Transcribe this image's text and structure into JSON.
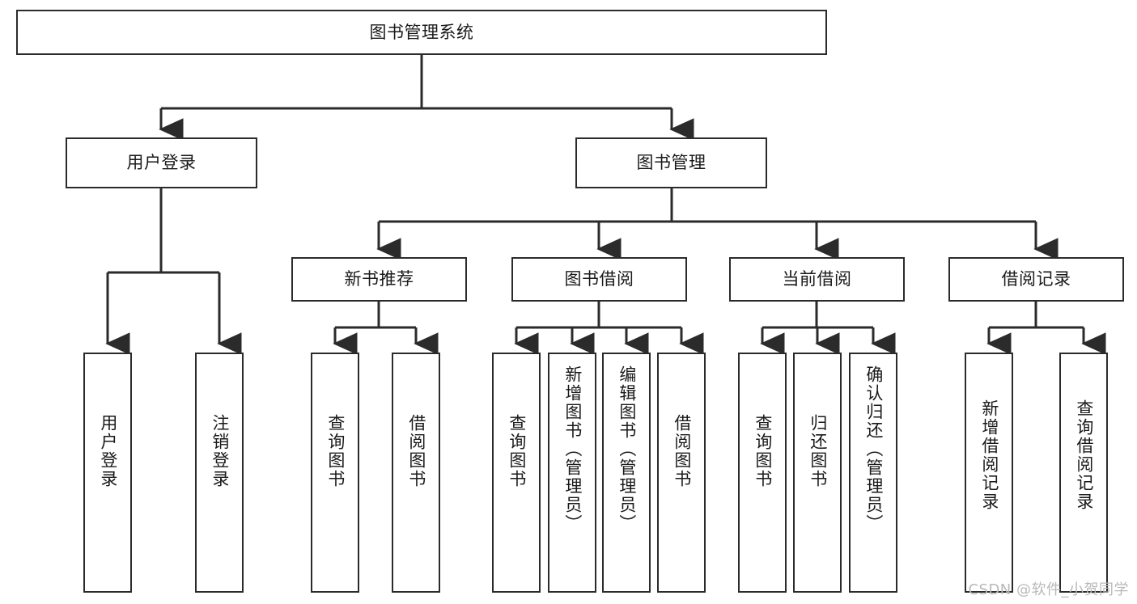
{
  "diagram": {
    "type": "tree-hierarchy",
    "title": "图书管理系统",
    "watermark": "CSDN @软件_小贺同学",
    "colors": {
      "stroke": "#2b2b2b",
      "fill": "#ffffff",
      "text": "#1a1a1a",
      "watermark": "#b9b9b9"
    },
    "levels": [
      {
        "level": 0,
        "nodes": [
          {
            "id": "root",
            "label": "图书管理系统",
            "orientation": "horizontal"
          }
        ]
      },
      {
        "level": 1,
        "nodes": [
          {
            "id": "login",
            "label": "用户登录",
            "orientation": "horizontal",
            "parent": "root"
          },
          {
            "id": "bookmgmt",
            "label": "图书管理",
            "orientation": "horizontal",
            "parent": "root"
          }
        ]
      },
      {
        "level": 2,
        "nodes": [
          {
            "id": "newbook",
            "label": "新书推荐",
            "orientation": "horizontal",
            "parent": "bookmgmt"
          },
          {
            "id": "borrow",
            "label": "图书借阅",
            "orientation": "horizontal",
            "parent": "bookmgmt"
          },
          {
            "id": "current",
            "label": "当前借阅",
            "orientation": "horizontal",
            "parent": "bookmgmt"
          },
          {
            "id": "records",
            "label": "借阅记录",
            "orientation": "horizontal",
            "parent": "bookmgmt"
          }
        ]
      },
      {
        "level": 3,
        "nodes": [
          {
            "id": "leaf-user-login",
            "label": "用户登录",
            "orientation": "vertical",
            "parent": "login"
          },
          {
            "id": "leaf-user-logout",
            "label": "注销登录",
            "orientation": "vertical",
            "parent": "login"
          },
          {
            "id": "leaf-nb-query",
            "label": "查询图书",
            "orientation": "vertical",
            "parent": "newbook"
          },
          {
            "id": "leaf-nb-borrow",
            "label": "借阅图书",
            "orientation": "vertical",
            "parent": "newbook"
          },
          {
            "id": "leaf-bw-query",
            "label": "查询图书",
            "orientation": "vertical",
            "parent": "borrow"
          },
          {
            "id": "leaf-bw-add",
            "label": "新增图书（管理员）",
            "orientation": "vertical",
            "parent": "borrow"
          },
          {
            "id": "leaf-bw-edit",
            "label": "编辑图书（管理员）",
            "orientation": "vertical",
            "parent": "borrow"
          },
          {
            "id": "leaf-bw-borrow",
            "label": "借阅图书",
            "orientation": "vertical",
            "parent": "borrow"
          },
          {
            "id": "leaf-cr-query",
            "label": "查询图书",
            "orientation": "vertical",
            "parent": "current"
          },
          {
            "id": "leaf-cr-return",
            "label": "归还图书",
            "orientation": "vertical",
            "parent": "current"
          },
          {
            "id": "leaf-cr-confirm",
            "label": "确认归还（管理员）",
            "orientation": "vertical",
            "parent": "current"
          },
          {
            "id": "leaf-rc-add",
            "label": "新增借阅记录",
            "orientation": "vertical",
            "parent": "records"
          },
          {
            "id": "leaf-rc-query",
            "label": "查询借阅记录",
            "orientation": "vertical",
            "parent": "records"
          }
        ]
      }
    ]
  }
}
